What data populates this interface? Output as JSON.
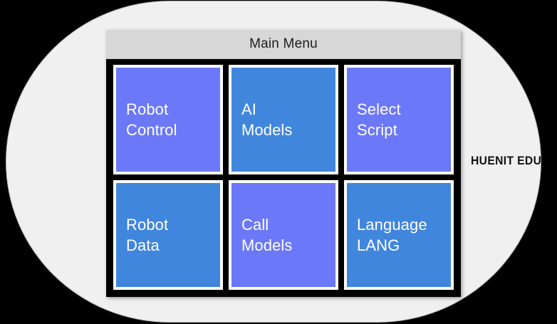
{
  "device": {
    "brand_label": "HUENIT EDU",
    "body_color": "#f0f0f0",
    "bezel_color": "#000000"
  },
  "screen": {
    "title_bar": {
      "label": "Main Menu",
      "background_color": "#d7d7d7",
      "text_color": "#1d1d1d"
    },
    "menu": {
      "columns": 3,
      "rows": 2,
      "tile_border_color": "#ffffff",
      "tile_text_color": "#ffffff",
      "tiles": [
        {
          "id": "robot-control",
          "label": "Robot\nControl",
          "color": "#6b78f7"
        },
        {
          "id": "ai-models",
          "label": "AI\nModels",
          "color": "#4186dd"
        },
        {
          "id": "select-script",
          "label": "Select\nScript",
          "color": "#6b78f7"
        },
        {
          "id": "robot-data",
          "label": "Robot\nData",
          "color": "#4186dd"
        },
        {
          "id": "call-models",
          "label": "Call\nModels",
          "color": "#6b78f7"
        },
        {
          "id": "language-lang",
          "label": "Language\nLANG",
          "color": "#4186dd"
        }
      ]
    }
  }
}
